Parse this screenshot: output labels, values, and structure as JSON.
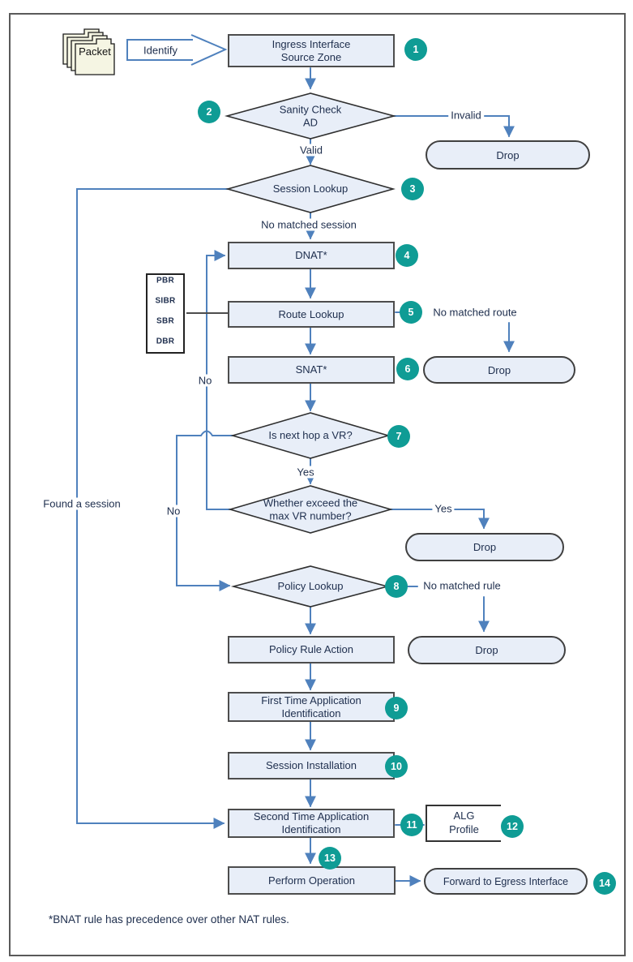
{
  "colors": {
    "line_blue": "#4f81bd",
    "node_fill": "#e8eef8",
    "node_border": "#4d4d4d",
    "badge_teal": "#0f9c95",
    "frame_gray": "#5a5a5a",
    "packet_fill": "#f5f5e3"
  },
  "packet": {
    "label": "Packet"
  },
  "edges": {
    "identify": "Identify",
    "invalid": "Invalid",
    "valid": "Valid",
    "no_matched_session": "No matched session",
    "no_matched_route": "No matched route",
    "next_hop_yes": "Yes",
    "exceed_yes": "Yes",
    "exceed_no": "No",
    "next_hop_no": "No",
    "no_matched_rule": "No matched rule",
    "found_a_session": "Found a session"
  },
  "nodes": {
    "ingress": {
      "line1": "Ingress Interface",
      "line2": "Source Zone",
      "badge": "1"
    },
    "sanity": {
      "line1": "Sanity Check",
      "line2": "AD",
      "badge": "2"
    },
    "session_lookup": {
      "label": "Session Lookup",
      "badge": "3"
    },
    "dnat": {
      "label": "DNAT*",
      "badge": "4"
    },
    "route_lookup": {
      "label": "Route Lookup",
      "badge": "5"
    },
    "snat": {
      "label": "SNAT*",
      "badge": "6"
    },
    "next_hop": {
      "label": "Is next hop a VR?",
      "badge": "7"
    },
    "exceed": {
      "line1": "Whether exceed the",
      "line2": "max VR number?"
    },
    "policy_lookup": {
      "label": "Policy Lookup",
      "badge": "8"
    },
    "policy_rule_action": {
      "label": "Policy Rule Action"
    },
    "first_time_app_id": {
      "line1": "First Time Application",
      "line2": "Identification",
      "badge": "9"
    },
    "session_installation": {
      "label": "Session Installation",
      "badge": "10"
    },
    "second_time_app_id": {
      "line1": "Second Time Application",
      "line2": "Identification",
      "badge": "11"
    },
    "alg_profile": {
      "line1": "ALG",
      "line2": "Profile",
      "badge": "12"
    },
    "perform_operation": {
      "label": "Perform Operation",
      "badge": "13"
    },
    "forward": {
      "label": "Forward to Egress Interface",
      "badge": "14"
    },
    "drop1": {
      "label": "Drop"
    },
    "drop2": {
      "label": "Drop"
    },
    "drop3": {
      "label": "Drop"
    },
    "drop4": {
      "label": "Drop"
    }
  },
  "routing_order": {
    "items": [
      "PBR",
      "SIBR",
      "SBR",
      "DBR"
    ]
  },
  "footnote": "*BNAT rule has precedence over other NAT rules."
}
